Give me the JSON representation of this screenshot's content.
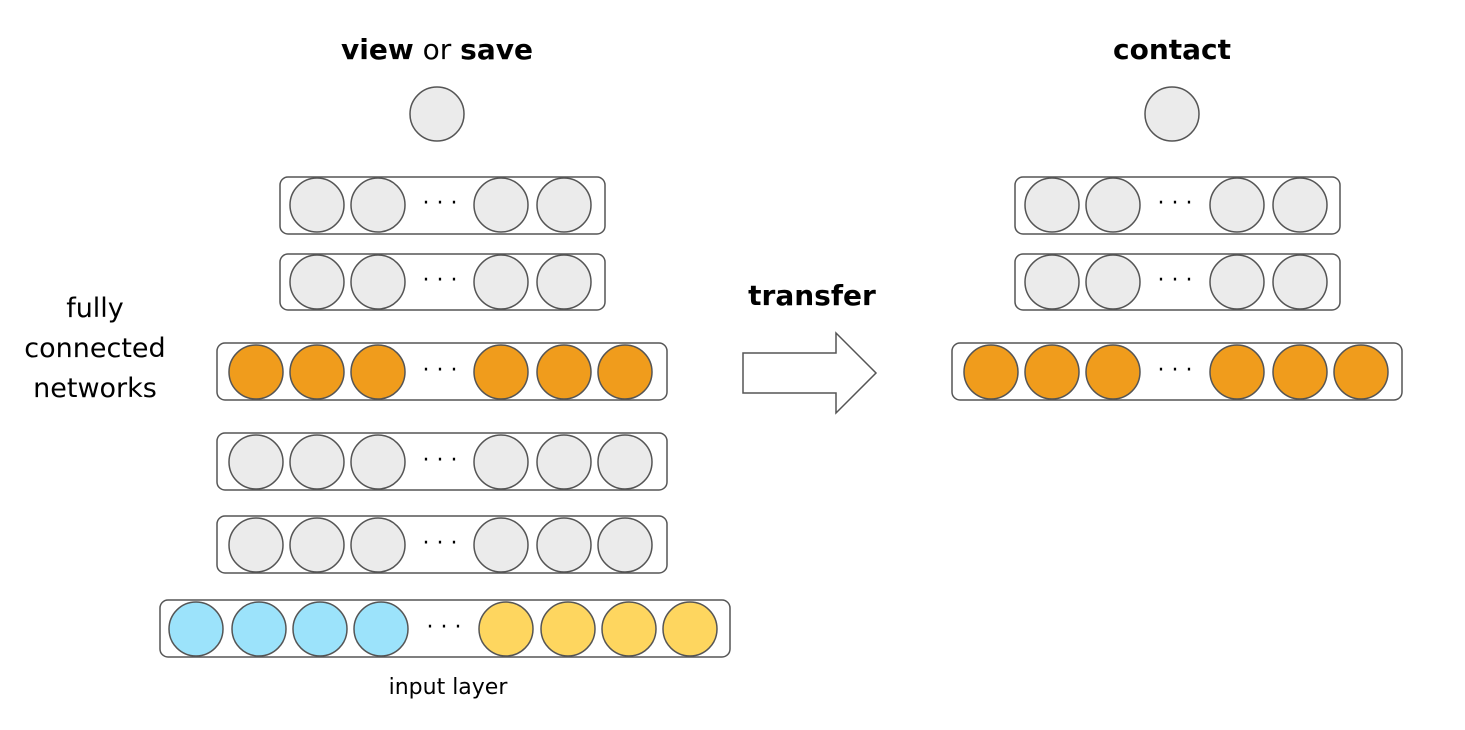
{
  "left": {
    "title_bold_1": "view",
    "title_normal": " or ",
    "title_bold_2": "save",
    "side_label": [
      "fully",
      "connected",
      "networks"
    ],
    "bottom_label": "input layer"
  },
  "middle": {
    "arrow_label": "transfer"
  },
  "right": {
    "title": "contact"
  },
  "ellipsis": "· · ·",
  "colors": {
    "node_gray": "#ebebeb",
    "node_orange": "#f09c1c",
    "node_blue": "#9ce3fb",
    "node_yellow": "#fed65f",
    "stroke": "#555555"
  }
}
